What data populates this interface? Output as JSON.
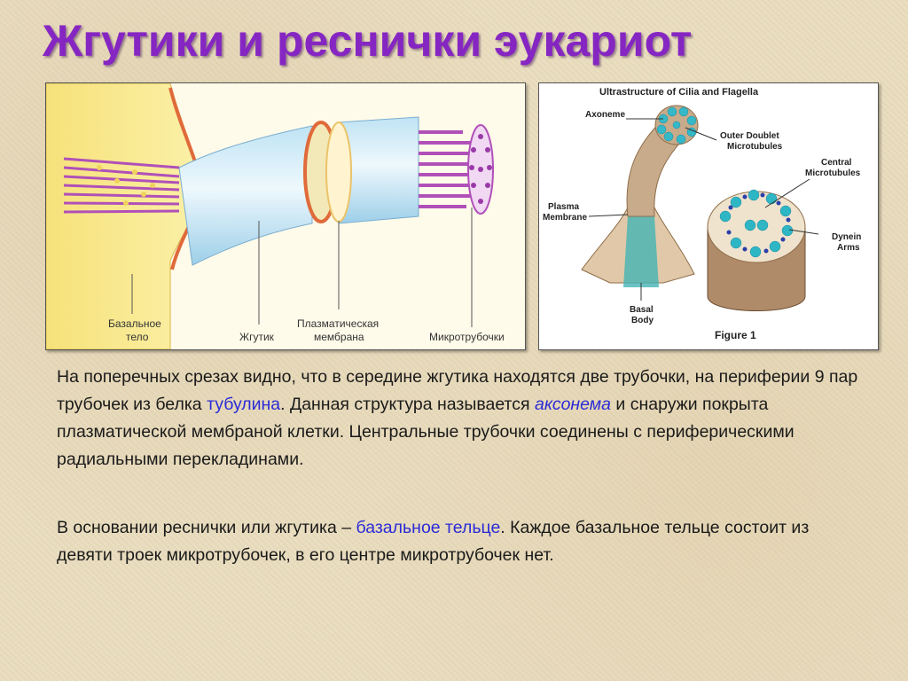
{
  "slide": {
    "title": "Жгутики и реснички эукариот"
  },
  "left_figure": {
    "labels": {
      "basal_body_line1": "Базальное",
      "basal_body_line2": "тело",
      "flagellum": "Жгутик",
      "membrane_line1": "Плазматическая",
      "membrane_line2": "мембрана",
      "microtubules": "Микротрубочки"
    }
  },
  "right_figure": {
    "title": "Ultrastructure of Cilia and Flagella",
    "labels": {
      "axoneme": "Axoneme",
      "outer_doublet_line1": "Outer Doublet",
      "outer_doublet_line2": "Microtubules",
      "central_line1": "Central",
      "central_line2": "Microtubules",
      "plasma_line1": "Plasma",
      "plasma_line2": "Membrane",
      "dynein_line1": "Dynein",
      "dynein_line2": "Arms",
      "basal_line1": "Basal",
      "basal_line2": "Body"
    },
    "figure_number": "Figure 1"
  },
  "paragraph1": {
    "part1": "На поперечных срезах видно, что в середине жгутика находятся две трубочки, на периферии 9 пар трубочек из белка ",
    "term1": "тубулина",
    "part2": ". Данная структура называется ",
    "term2": "аксонема",
    "part3": " и снаружи покрыта плазматической мембраной клетки. Центральные трубочки соединены с периферическими радиальными перекладинами."
  },
  "paragraph2": {
    "part1": "В основании реснички или жгутика – ",
    "term1": "базальное тельце",
    "part2": ". Каждое базальное тельце состоит из девяти троек микротрубочек, в его центре микротрубочек нет."
  },
  "colors": {
    "title": "#8626c2",
    "term": "#2b2bd6",
    "background": "#e9ddbf"
  }
}
